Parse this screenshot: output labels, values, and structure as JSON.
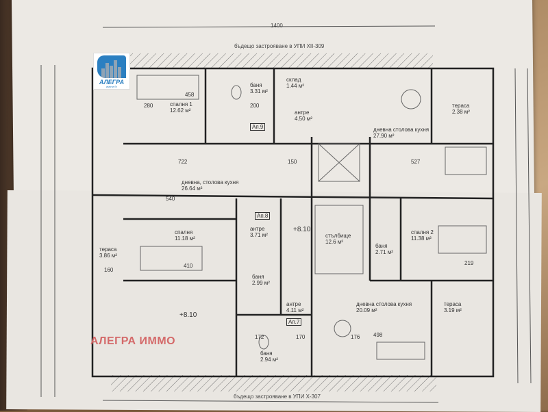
{
  "plan": {
    "overall_dimension": "1400",
    "top_neighbor": "бъдещо застрояване в УПИ XII-309",
    "bottom_neighbor": "бъдещо застрояване в УПИ X-307",
    "level_marks": [
      "+8.10",
      "+8.10"
    ],
    "apartments": [
      "Ап.9",
      "Ап.8",
      "Ап.7"
    ],
    "rooms": [
      {
        "name": "спалня 1",
        "area": "12.62 м²"
      },
      {
        "name": "баня",
        "area": "3.31 м²"
      },
      {
        "name": "склад",
        "area": "1.44 м²"
      },
      {
        "name": "антре",
        "area": "4.50 м²"
      },
      {
        "name": "дневна столова кухня",
        "area": "27.90 м²"
      },
      {
        "name": "тераса",
        "area": "2.38 м²"
      },
      {
        "name": "дневна, столова кухня",
        "area": "26.64 м²"
      },
      {
        "name": "спалня",
        "area": "11.18 м²"
      },
      {
        "name": "тераса",
        "area": "3.86 м²"
      },
      {
        "name": "антре",
        "area": "3.71 м²"
      },
      {
        "name": "баня",
        "area": "2.99 м²"
      },
      {
        "name": "стълбище",
        "area": "12.6 м²"
      },
      {
        "name": "спалня 2",
        "area": "11.38 м²"
      },
      {
        "name": "баня",
        "area": "2.71 м²"
      },
      {
        "name": "антре",
        "area": "4.11 м²"
      },
      {
        "name": "дневна столова кухня",
        "area": "20.09 м²"
      },
      {
        "name": "тераса",
        "area": "3.19 м²"
      },
      {
        "name": "баня",
        "area": "2.94 м²"
      }
    ],
    "dimensions": [
      "458",
      "280",
      "722",
      "540",
      "410",
      "527",
      "498",
      "172",
      "170",
      "176",
      "219",
      "150",
      "200",
      "160"
    ]
  },
  "logo": {
    "name": "АЛЕГРА",
    "subtitle": "имоти бг"
  },
  "watermark": "АЛЕГРА ИММО"
}
